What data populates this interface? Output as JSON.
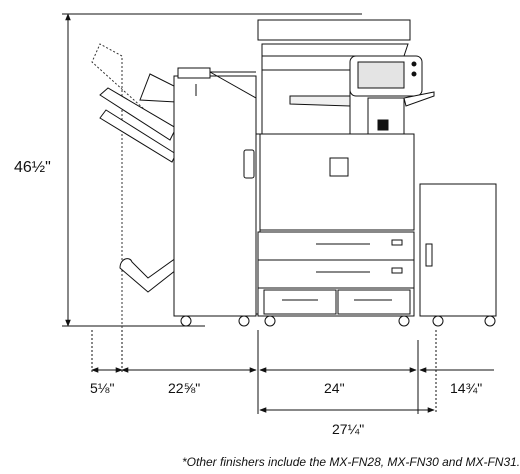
{
  "dimensions": {
    "height": "46½\"",
    "offset_left": "5⅛\"",
    "finisher_width": "22⅝\"",
    "main_width": "24\"",
    "side_width": "14¾\"",
    "total_main_depth": "27¼\""
  },
  "footnote": "*Other finishers include the MX-FN28, MX-FN30 and MX-FN31."
}
